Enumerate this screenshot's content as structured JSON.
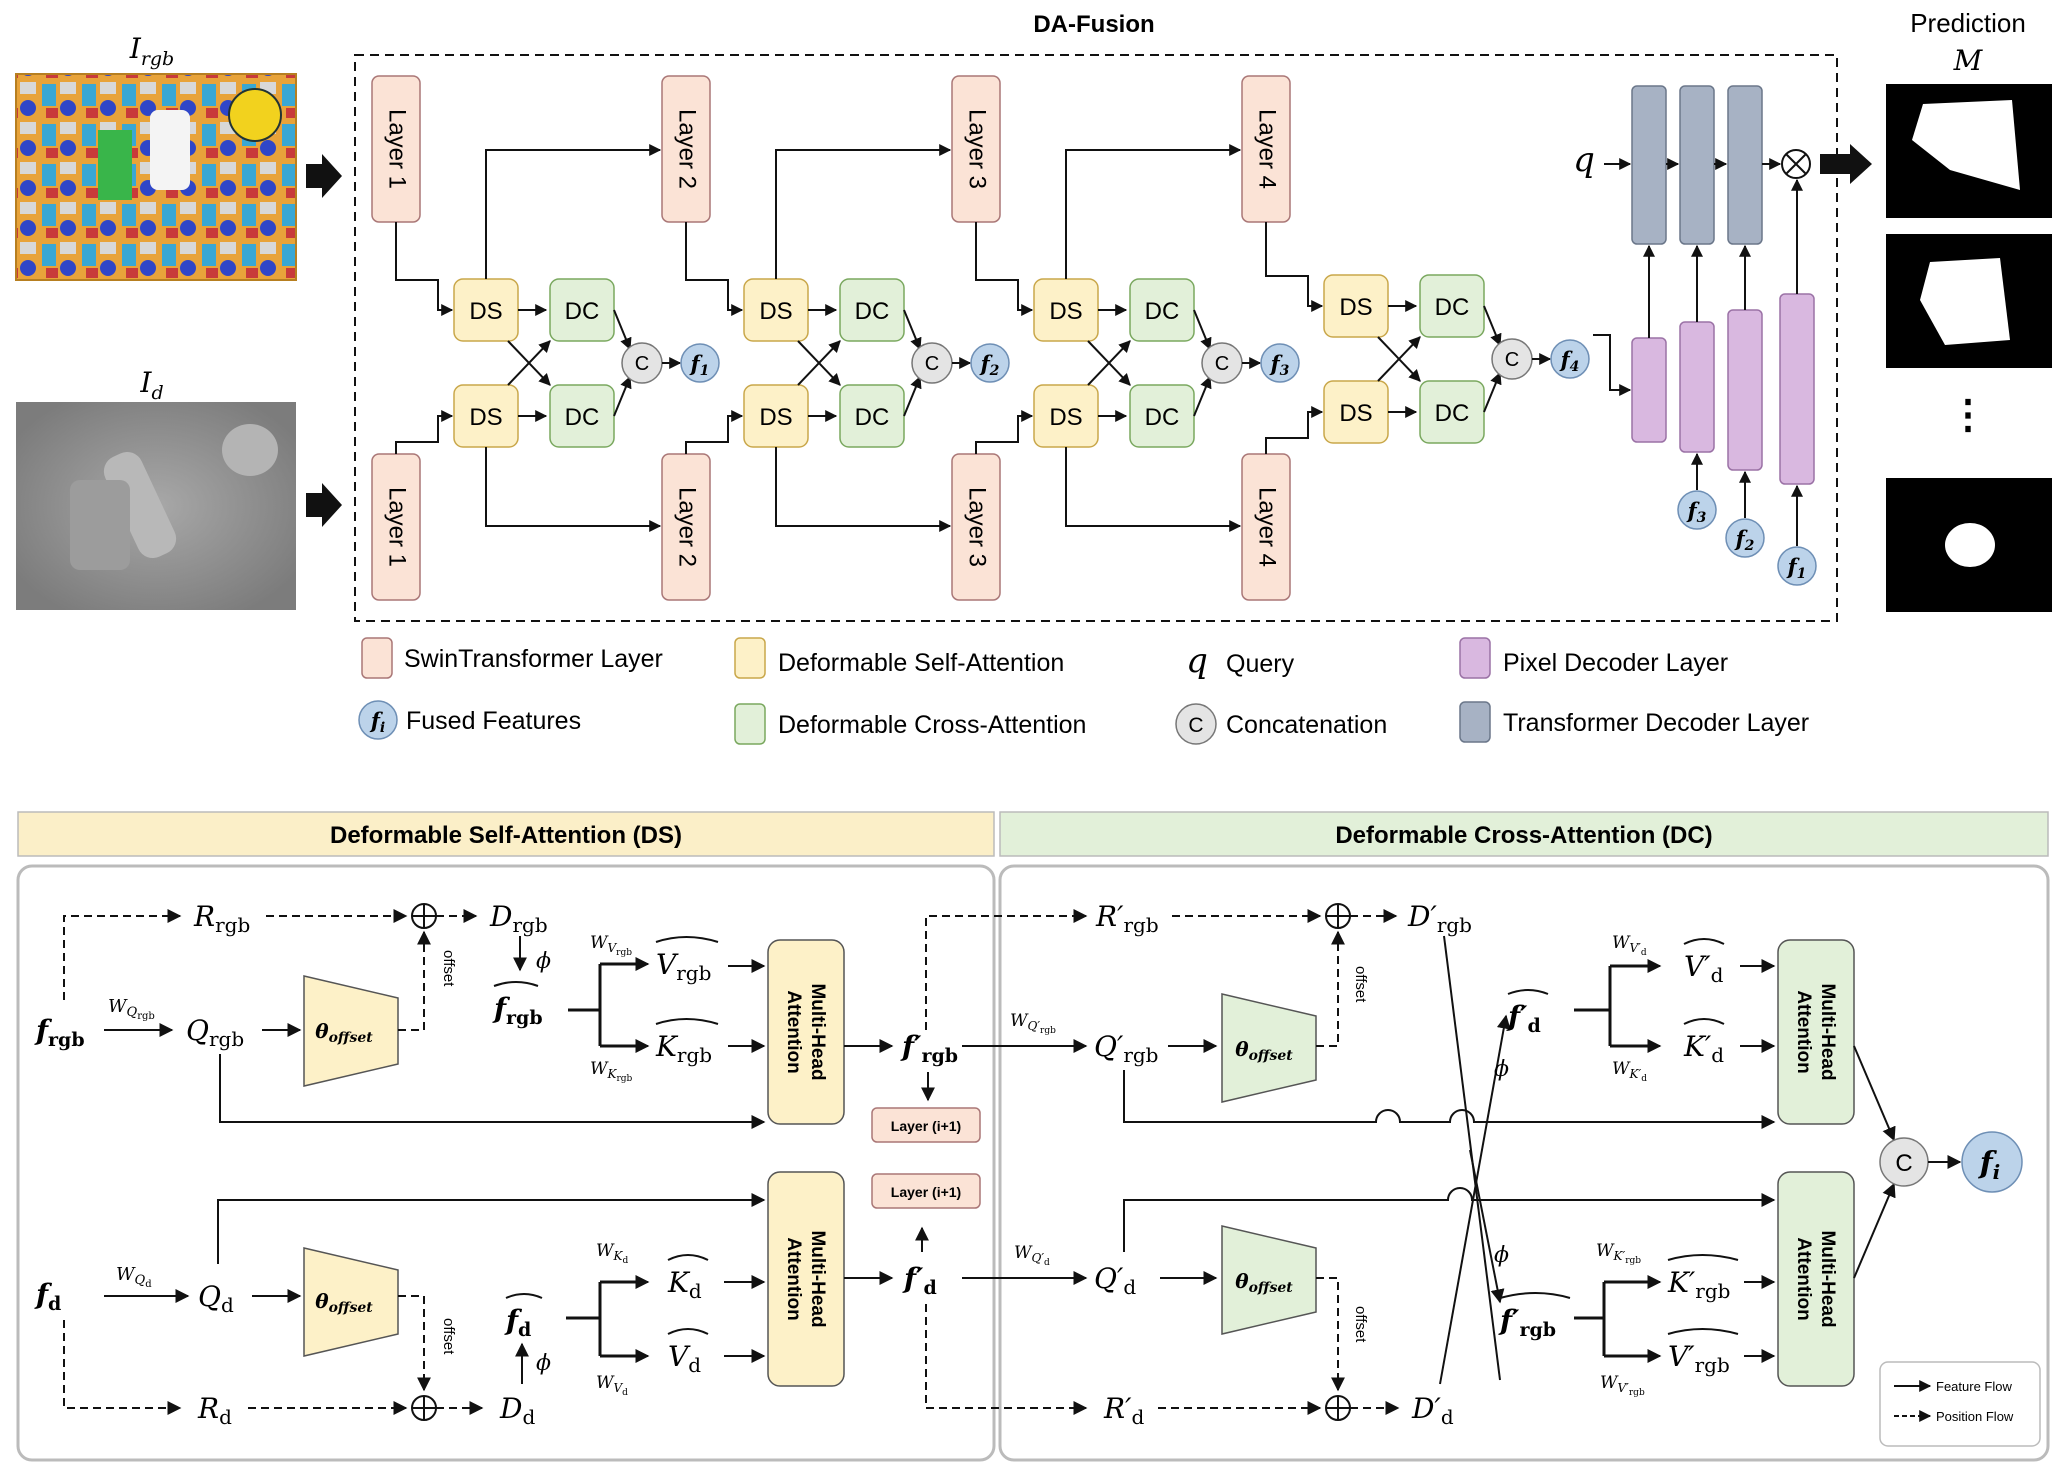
{
  "top": {
    "title": "DA-Fusion",
    "inputs": {
      "rgb": "I",
      "rgb_sub": "rgb",
      "depth": "I",
      "depth_sub": "d"
    },
    "layers_top": [
      "Layer 1",
      "Layer 2",
      "Layer 3",
      "Layer 4"
    ],
    "layers_bottom": [
      "Layer 1",
      "Layer 2",
      "Layer 3",
      "Layer 4"
    ],
    "ds": "DS",
    "dc": "DC",
    "concat": "C",
    "fused": [
      {
        "base": "f",
        "sub": "1"
      },
      {
        "base": "f",
        "sub": "2"
      },
      {
        "base": "f",
        "sub": "3"
      },
      {
        "base": "f",
        "sub": "4"
      }
    ],
    "decoder_fused": [
      {
        "base": "f",
        "sub": "3"
      },
      {
        "base": "f",
        "sub": "2"
      },
      {
        "base": "f",
        "sub": "1"
      }
    ],
    "query": "q",
    "multiply": "⊗",
    "prediction_title": "Prediction",
    "prediction_symbol": "M",
    "ellipsis": "⋮"
  },
  "legend": [
    {
      "key": "swin",
      "label": "SwinTransformer Layer"
    },
    {
      "key": "dsa",
      "label": "Deformable Self-Attention"
    },
    {
      "key": "query",
      "symbol": "q",
      "label": "Query"
    },
    {
      "key": "pixel",
      "label": "Pixel Decoder Layer"
    },
    {
      "key": "fused",
      "symbol": "f",
      "symbol_sub": "i",
      "label": "Fused Features"
    },
    {
      "key": "dca",
      "label": "Deformable Cross-Attention"
    },
    {
      "key": "concat",
      "symbol": "C",
      "label": "Concatenation"
    },
    {
      "key": "transformer",
      "label": "Transformer Decoder Layer"
    }
  ],
  "bottom": {
    "ds_title": "Deformable Self-Attention (DS)",
    "dc_title": "Deformable Cross-Attention (DC)",
    "ds": {
      "f_rgb": "f",
      "f_rgb_sub": "rgb",
      "f_d": "f",
      "f_d_sub": "d",
      "W_Qrgb": "W",
      "W_Qrgb_sub": "Q",
      "W_Qrgb_subsub": "rgb",
      "W_Qd": "W",
      "W_Qd_sub": "Q",
      "W_Qd_subsub": "d",
      "Q_rgb": "Q",
      "Q_rgb_sub": "rgb",
      "Q_d": "Q",
      "Q_d_sub": "d",
      "R_rgb": "R",
      "R_rgb_sub": "rgb",
      "R_d": "R",
      "R_d_sub": "d",
      "D_rgb": "D",
      "D_rgb_sub": "rgb",
      "D_d": "D",
      "D_d_sub": "d",
      "theta": "θ",
      "theta_sub": "offset",
      "offset": "offset",
      "phi": "ϕ",
      "ftilde_rgb": "f",
      "ftilde_rgb_sub": "rgb",
      "ftilde_d": "f",
      "ftilde_d_sub": "d",
      "W_V": "W",
      "W_K": "W",
      "V_rgb": "V",
      "V_rgb_sub": "rgb",
      "K_rgb": "K",
      "K_rgb_sub": "rgb",
      "K_d": "K",
      "K_d_sub": "d",
      "V_d": "V",
      "V_d_sub": "d",
      "mha_line1": "Multi-Head",
      "mha_line2": "Attention",
      "fprime_rgb": "f′",
      "fprime_rgb_sub": "rgb",
      "fprime_d": "f′",
      "fprime_d_sub": "d",
      "next_layer": "Layer (i+1)"
    },
    "dc": {
      "R_rgb": "R′",
      "R_rgb_sub": "rgb",
      "D_rgb": "D′",
      "D_rgb_sub": "rgb",
      "R_d": "R′",
      "R_d_sub": "d",
      "D_d": "D′",
      "D_d_sub": "d",
      "Q_rgb": "Q′",
      "Q_rgb_sub": "rgb",
      "Q_d": "Q′",
      "Q_d_sub": "d",
      "W": "W",
      "theta": "θ",
      "theta_sub": "offset",
      "offset": "offset",
      "phi": "ϕ",
      "ftilde_d": "f′",
      "ftilde_d_sub": "d",
      "ftilde_rgb": "f′",
      "ftilde_rgb_sub": "rgb",
      "V_d": "V′",
      "V_d_sub": "d",
      "K_d": "K′",
      "K_d_sub": "d",
      "K_rgb": "K′",
      "K_rgb_sub": "rgb",
      "V_rgb": "V′",
      "V_rgb_sub": "rgb",
      "mha_line1": "Multi-Head",
      "mha_line2": "Attention",
      "concat": "C",
      "out": "f",
      "out_sub": "i"
    },
    "flow_legend": {
      "feature": "Feature Flow",
      "position": "Position Flow"
    }
  },
  "colors": {
    "swin": "#fbe3d6",
    "dsa": "#fdf1c8",
    "dca": "#e2f0d9",
    "pixel": "#d9b8e0",
    "transformer": "#a7b2c4",
    "fused": "#bcd3ea",
    "concat": "#e4e4e4",
    "ds_header": "#fbefc8",
    "dc_header": "#e2f0d9"
  }
}
